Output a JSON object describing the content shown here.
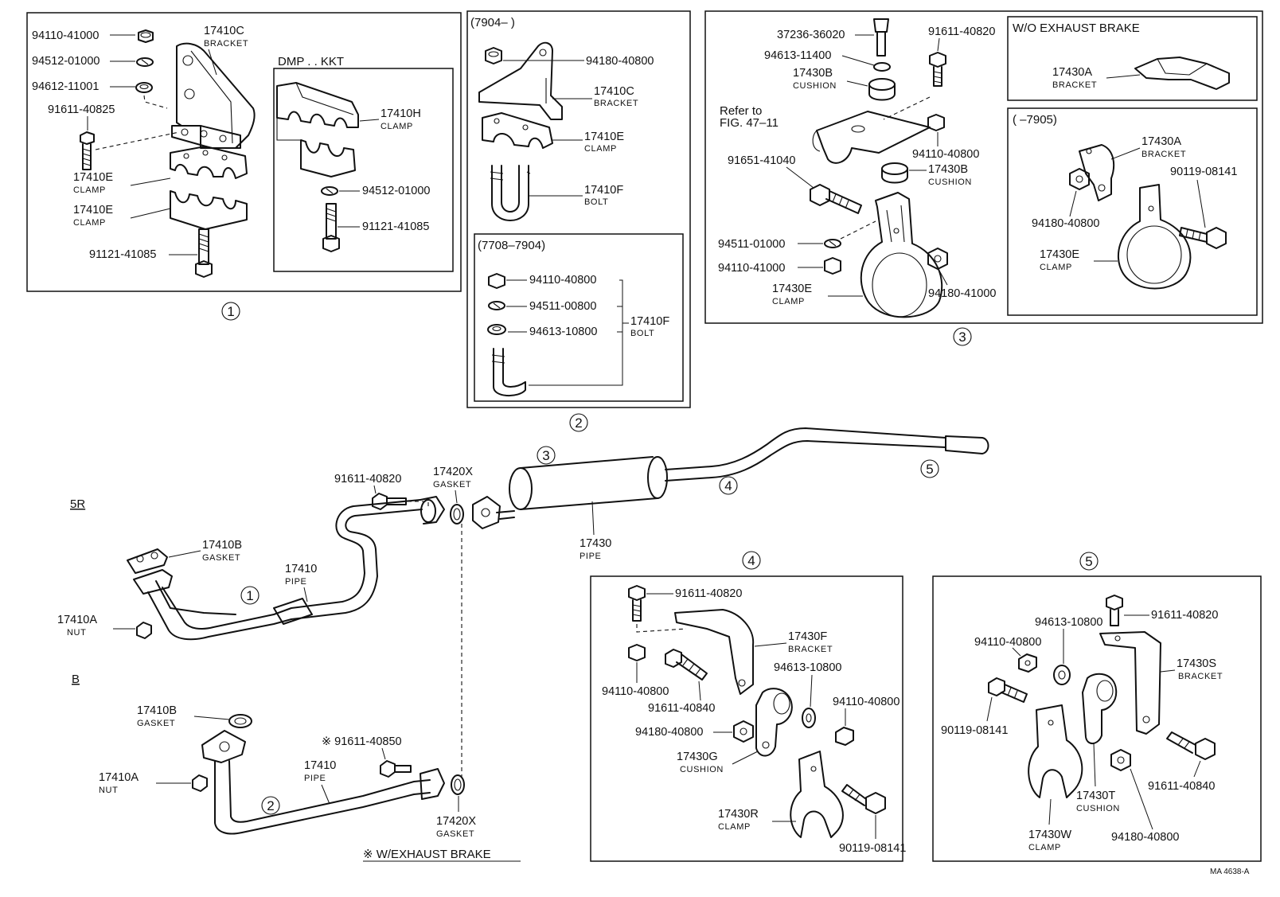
{
  "panel1": {
    "circle": "1",
    "sub_header": "DMP . . KKT",
    "parts": [
      {
        "pn": "94110-41000",
        "desc": ""
      },
      {
        "pn": "94512-01000",
        "desc": ""
      },
      {
        "pn": "94612-11001",
        "desc": ""
      },
      {
        "pn": "91611-40825",
        "desc": ""
      },
      {
        "pn": "17410C",
        "desc": "BRACKET"
      },
      {
        "pn": "17410E",
        "desc": "CLAMP"
      },
      {
        "pn": "17410E",
        "desc": "CLAMP"
      },
      {
        "pn": "91121-41085",
        "desc": ""
      },
      {
        "pn": "17410H",
        "desc": "CLAMP"
      },
      {
        "pn": "94512-01000",
        "desc": ""
      },
      {
        "pn": "91121-41085",
        "desc": ""
      }
    ]
  },
  "panel2": {
    "circle": "2",
    "header_top": "(7904–          )",
    "header_bottom": "(7708–7904)",
    "parts": [
      {
        "pn": "94180-40800",
        "desc": ""
      },
      {
        "pn": "17410C",
        "desc": "BRACKET"
      },
      {
        "pn": "17410E",
        "desc": "CLAMP"
      },
      {
        "pn": "17410F",
        "desc": "BOLT"
      },
      {
        "pn": "94110-40800",
        "desc": ""
      },
      {
        "pn": "94511-00800",
        "desc": ""
      },
      {
        "pn": "94613-10800",
        "desc": ""
      },
      {
        "pn": "17410F",
        "desc": "BOLT"
      }
    ]
  },
  "panel3": {
    "circle": "3",
    "refer": [
      "Refer to",
      "FIG. 47–11"
    ],
    "wo_header": "W/O EXHAUST BRAKE",
    "sub_header": "(          –7905)",
    "parts": [
      {
        "pn": "37236-36020",
        "desc": ""
      },
      {
        "pn": "94613-11400",
        "desc": ""
      },
      {
        "pn": "17430B",
        "desc": "CUSHION"
      },
      {
        "pn": "91611-40820",
        "desc": ""
      },
      {
        "pn": "94110-40800",
        "desc": ""
      },
      {
        "pn": "17430B",
        "desc": "CUSHION"
      },
      {
        "pn": "91651-41040",
        "desc": ""
      },
      {
        "pn": "94511-01000",
        "desc": ""
      },
      {
        "pn": "94110-41000",
        "desc": ""
      },
      {
        "pn": "17430E",
        "desc": "CLAMP"
      },
      {
        "pn": "94180-41000",
        "desc": ""
      },
      {
        "pn": "17430A",
        "desc": "BRACKET"
      },
      {
        "pn": "17430A",
        "desc": "BRACKET"
      },
      {
        "pn": "90119-08141",
        "desc": ""
      },
      {
        "pn": "94180-40800",
        "desc": ""
      },
      {
        "pn": "17430E",
        "desc": "CLAMP"
      }
    ]
  },
  "panel4": {
    "circle": "4",
    "parts": [
      {
        "pn": "91611-40820",
        "desc": ""
      },
      {
        "pn": "17430F",
        "desc": "BRACKET"
      },
      {
        "pn": "94613-10800",
        "desc": ""
      },
      {
        "pn": "94110-40800",
        "desc": ""
      },
      {
        "pn": "91611-40840",
        "desc": ""
      },
      {
        "pn": "94110-40800",
        "desc": ""
      },
      {
        "pn": "94180-40800",
        "desc": ""
      },
      {
        "pn": "17430G",
        "desc": "CUSHION"
      },
      {
        "pn": "17430R",
        "desc": "CLAMP"
      },
      {
        "pn": "90119-08141",
        "desc": ""
      }
    ]
  },
  "panel5": {
    "circle": "5",
    "parts": [
      {
        "pn": "91611-40820",
        "desc": ""
      },
      {
        "pn": "94613-10800",
        "desc": ""
      },
      {
        "pn": "94110-40800",
        "desc": ""
      },
      {
        "pn": "17430S",
        "desc": "BRACKET"
      },
      {
        "pn": "90119-08141",
        "desc": ""
      },
      {
        "pn": "91611-40840",
        "desc": ""
      },
      {
        "pn": "17430T",
        "desc": "CUSHION"
      },
      {
        "pn": "17430W",
        "desc": "CLAMP"
      },
      {
        "pn": "94180-40800",
        "desc": ""
      }
    ]
  },
  "main": {
    "variant_5r": "5R",
    "variant_b": "B",
    "circles": [
      "1",
      "2",
      "3",
      "4",
      "5"
    ],
    "parts": [
      {
        "pn": "91611-40820",
        "desc": ""
      },
      {
        "pn": "17420X",
        "desc": "GASKET"
      },
      {
        "pn": "17410B",
        "desc": "GASKET"
      },
      {
        "pn": "17410",
        "desc": "PIPE"
      },
      {
        "pn": "17410A",
        "desc": "NUT"
      },
      {
        "pn": "17430",
        "desc": "PIPE"
      },
      {
        "pn": "17410B",
        "desc": "GASKET"
      },
      {
        "pn": "※ 91611-40850",
        "desc": ""
      },
      {
        "pn": "17410",
        "desc": "PIPE"
      },
      {
        "pn": "17410A",
        "desc": "NUT"
      },
      {
        "pn": "17420X",
        "desc": "GASKET"
      }
    ],
    "footnote": "※ W/EXHAUST BRAKE",
    "drawing_code": "MA 4638-A"
  }
}
